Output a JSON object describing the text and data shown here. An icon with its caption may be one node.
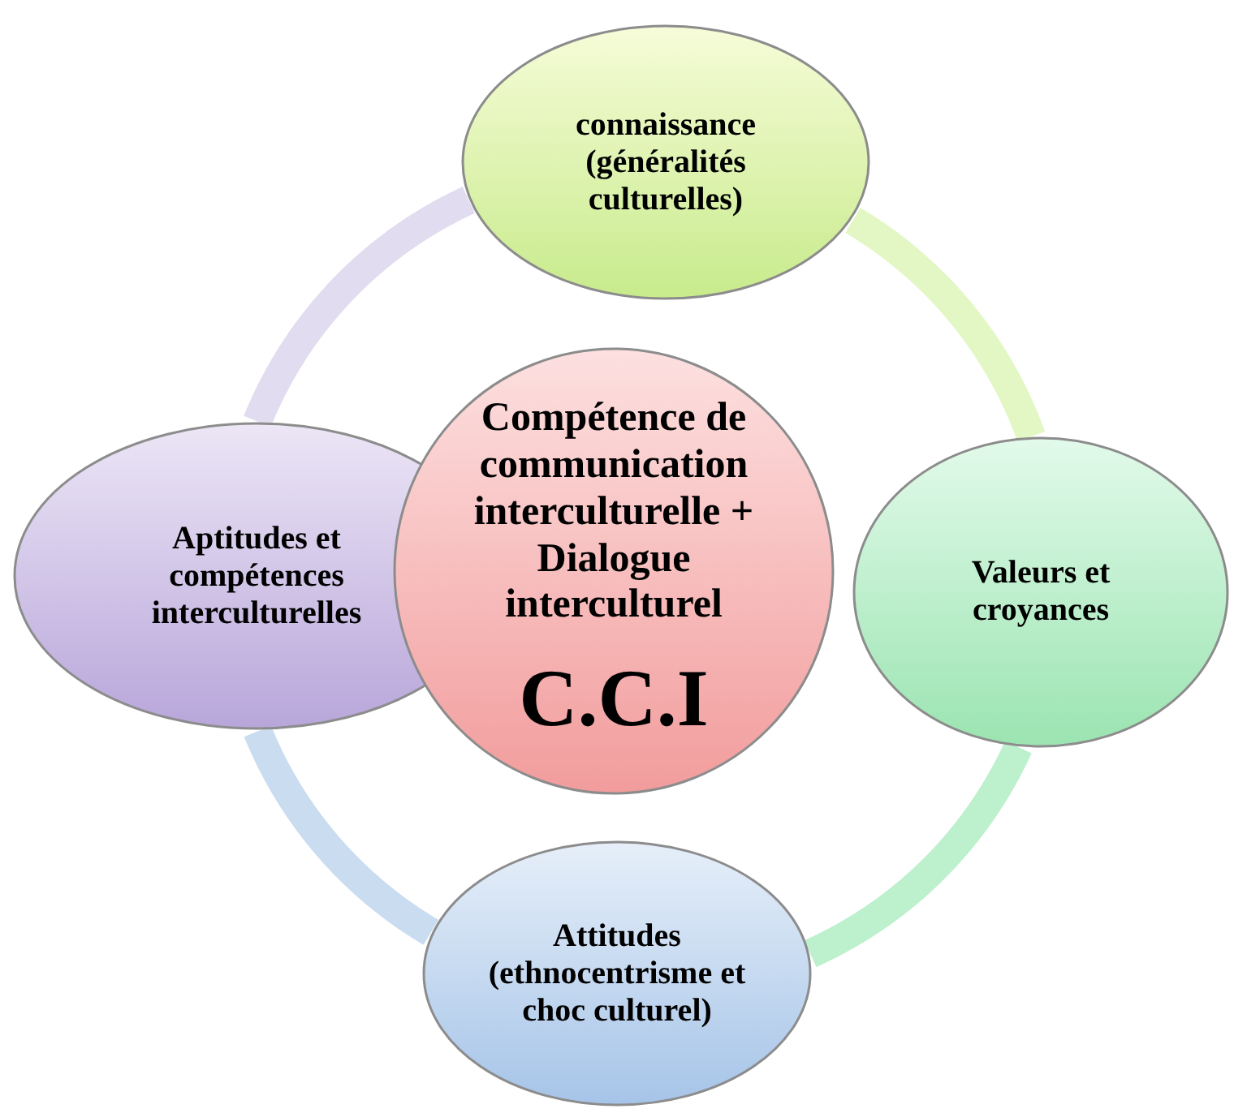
{
  "diagram": {
    "nodes": [
      {
        "text": [
          "connaissance (généralités culturelles)"
        ]
      },
      {
        "text": [
          "Aptitudes et compétences interculturelles"
        ]
      },
      {
        "text": [
          "Compétence de communication interculturelle + Dialogue interculturel",
          "C.C.I"
        ]
      },
      {
        "text": [
          "Valeurs et croyances"
        ]
      },
      {
        "text": [
          "Attitudes (ethnocentrisme et choc culturel)"
        ]
      }
    ],
    "edges": [
      {
        "from": 0,
        "to": 3,
        "arrow": "none",
        "color": "#e2f7c4"
      },
      {
        "from": 3,
        "to": 4,
        "arrow": "none",
        "color": "#bdf0cc"
      },
      {
        "from": 4,
        "to": 1,
        "arrow": "none",
        "color": "#c9dcf0"
      },
      {
        "from": 1,
        "to": 0,
        "arrow": "none",
        "color": "#e2dcf0"
      }
    ]
  }
}
